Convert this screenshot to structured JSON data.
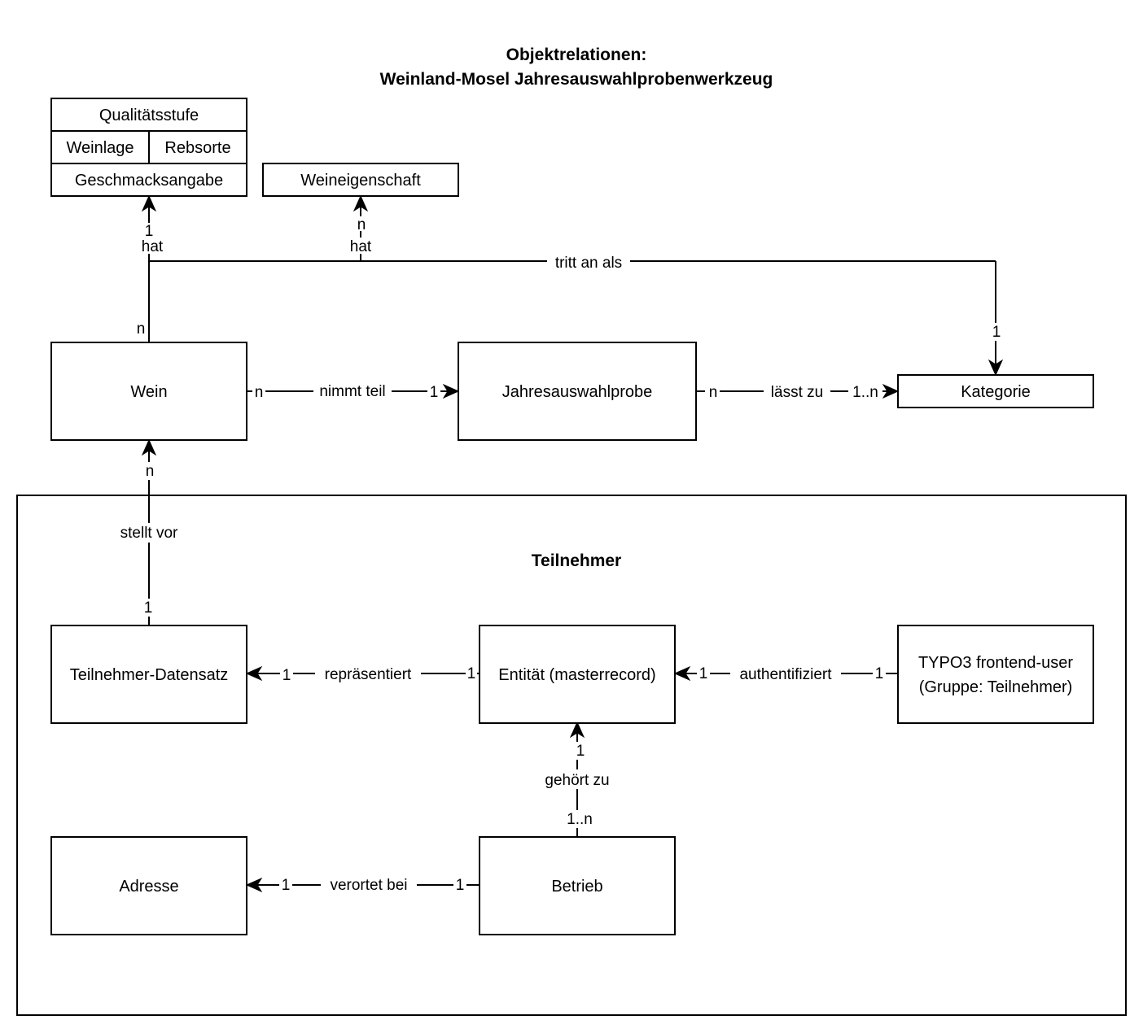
{
  "title": {
    "line1": "Objektrelationen:",
    "line2": "Weinland-Mosel Jahresauswahlprobenwerkzeug"
  },
  "container": {
    "label": "Teilnehmer"
  },
  "entities": {
    "qualitaetsstufe": "Qualitätsstufe",
    "weinlage": "Weinlage",
    "rebsorte": "Rebsorte",
    "geschmacksangabe": "Geschmacksangabe",
    "weineigenschaft": "Weineigenschaft",
    "wein": "Wein",
    "jahresauswahlprobe": "Jahresauswahlprobe",
    "kategorie": "Kategorie",
    "teilnehmer_datensatz": "Teilnehmer-Datensatz",
    "entitaet": "Entität (masterrecord)",
    "typo3_user_line1": "TYPO3 frontend-user",
    "typo3_user_line2": "(Gruppe: Teilnehmer)",
    "adresse": "Adresse",
    "betrieb": "Betrieb"
  },
  "relations": {
    "wein_attrs": {
      "label": "hat",
      "source_card": "n",
      "target_card": "1"
    },
    "wein_eigenschaft": {
      "label": "hat",
      "target_card": "n"
    },
    "wein_kategorie": {
      "label": "tritt an als",
      "target_card": "1"
    },
    "wein_probe": {
      "label": "nimmt teil",
      "source_card": "n",
      "target_card": "1"
    },
    "probe_kategorie": {
      "label": "lässt zu",
      "source_card": "n",
      "target_card": "1..n"
    },
    "datensatz_wein": {
      "label": "stellt vor",
      "source_card": "1",
      "target_card": "n"
    },
    "entitaet_datensatz": {
      "label": "repräsentiert",
      "source_card": "1",
      "target_card": "1"
    },
    "user_entitaet": {
      "label": "authentifiziert",
      "source_card": "1",
      "target_card": "1"
    },
    "betrieb_entitaet": {
      "label": "gehört zu",
      "source_card": "1..n",
      "target_card": "1"
    },
    "betrieb_adresse": {
      "label": "verortet bei",
      "source_card": "1",
      "target_card": "1"
    }
  }
}
